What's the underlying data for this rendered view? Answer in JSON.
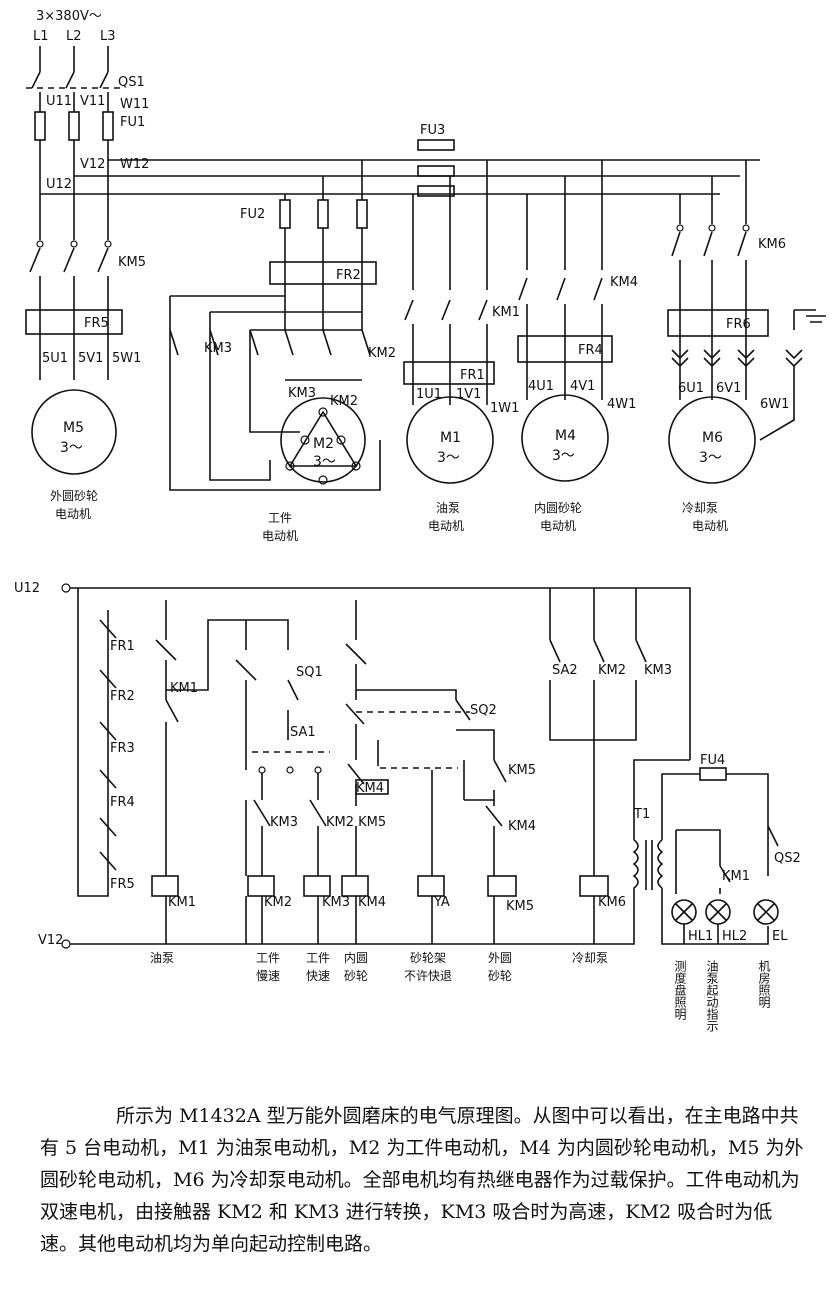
{
  "supply": {
    "voltage": "3×380V～",
    "phases": [
      "L1",
      "L2",
      "L3"
    ]
  },
  "main_labels": {
    "qs1": "QS1",
    "fu1": "FU1",
    "fu2": "FU2",
    "fu3": "FU3",
    "u11": "U11",
    "v11": "V11",
    "w11": "W11",
    "u12": "U12",
    "v12": "V12",
    "w12": "W12",
    "km5": "KM5",
    "km6": "KM6",
    "km4": "KM4",
    "km1": "KM1",
    "km2": "KM2",
    "km3": "KM3",
    "fr1": "FR1",
    "fr2": "FR2",
    "fr4": "FR4",
    "fr5": "FR5",
    "fr6": "FR6"
  },
  "motors": [
    {
      "id": "M5",
      "phase": "3～",
      "terminals": [
        "5U1",
        "5V1",
        "5W1"
      ],
      "caption": [
        "外圆砂轮",
        "电动机"
      ]
    },
    {
      "id": "M2",
      "phase": "3～",
      "terminals": [],
      "caption": [
        "工件",
        "电动机"
      ]
    },
    {
      "id": "M1",
      "phase": "3～",
      "terminals": [
        "1U1",
        "1V1",
        "1W1"
      ],
      "caption": [
        "油泵",
        "电动机"
      ]
    },
    {
      "id": "M4",
      "phase": "3～",
      "terminals": [
        "4U1",
        "4V1",
        "4W1"
      ],
      "caption": [
        "内圆砂轮",
        "电动机"
      ]
    },
    {
      "id": "M6",
      "phase": "3～",
      "terminals": [
        "6U1",
        "6V1",
        "6W1"
      ],
      "caption": [
        "冷却泵",
        "电动机"
      ]
    }
  ],
  "control": {
    "rail_top": "U12",
    "rail_bottom": "V12",
    "frs": [
      "FR1",
      "FR2",
      "FR3",
      "FR4",
      "FR5"
    ],
    "switches": {
      "sq1": "SQ1",
      "sq2": "SQ2",
      "sa1": "SA1",
      "sa2": "SA2",
      "qs2": "QS2",
      "fu4": "FU4",
      "t1": "T1"
    },
    "contacts": {
      "km1": "KM1",
      "km2": "KM2",
      "km3": "KM3",
      "km4": "KM4",
      "km5": "KM5",
      "km2km5": "KM2 KM5"
    },
    "coils": [
      "KM1",
      "KM2",
      "KM3",
      "KM4",
      "YA",
      "KM5",
      "KM6"
    ],
    "coil_captions": [
      [
        "油泵"
      ],
      [
        "工件",
        "慢速"
      ],
      [
        "工件",
        "快速"
      ],
      [
        "内圆",
        "砂轮"
      ],
      [
        "砂轮架",
        "不许快退"
      ],
      [
        "外圆",
        "砂轮"
      ],
      [
        "冷却泵"
      ]
    ],
    "lamps": [
      "HL1",
      "HL2",
      "EL"
    ],
    "lamp_captions": [
      "测度盘照明",
      "油泵起动指示",
      "机房照明"
    ]
  },
  "caption": "所示为 M1432A 型万能外圆磨床的电气原理图。从图中可以看出，在主电路中共有 5 台电动机，M1 为油泵电动机，M2 为工件电动机，M4 为内圆砂轮电动机，M5 为外圆砂轮电动机，M6 为冷却泵电动机。全部电机均有热继电器作为过载保护。工件电动机为双速电机，由接触器 KM2 和 KM3 进行转换，KM3 吸合时为高速，KM2 吸合时为低速。其他电动机均为单向起动控制电路。"
}
